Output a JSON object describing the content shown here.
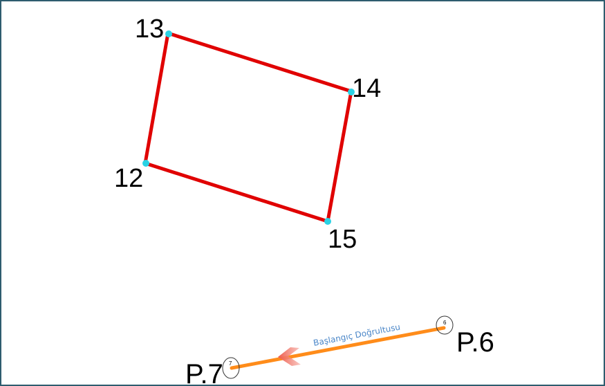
{
  "parcel": {
    "corners": [
      {
        "id": "c13",
        "label": "13"
      },
      {
        "id": "c14",
        "label": "14"
      },
      {
        "id": "c15",
        "label": "15"
      },
      {
        "id": "c12",
        "label": "12"
      }
    ],
    "edge_color": "#e00000",
    "vertex_color": "#2ad2e4"
  },
  "baseline": {
    "label": "Başlangıç Doğrultusu",
    "color": "#ff8c1a",
    "arrow_color": "#ee5a4a",
    "start": {
      "name": "P.6",
      "number": "6"
    },
    "end": {
      "name": "P.7",
      "number": "7"
    }
  }
}
